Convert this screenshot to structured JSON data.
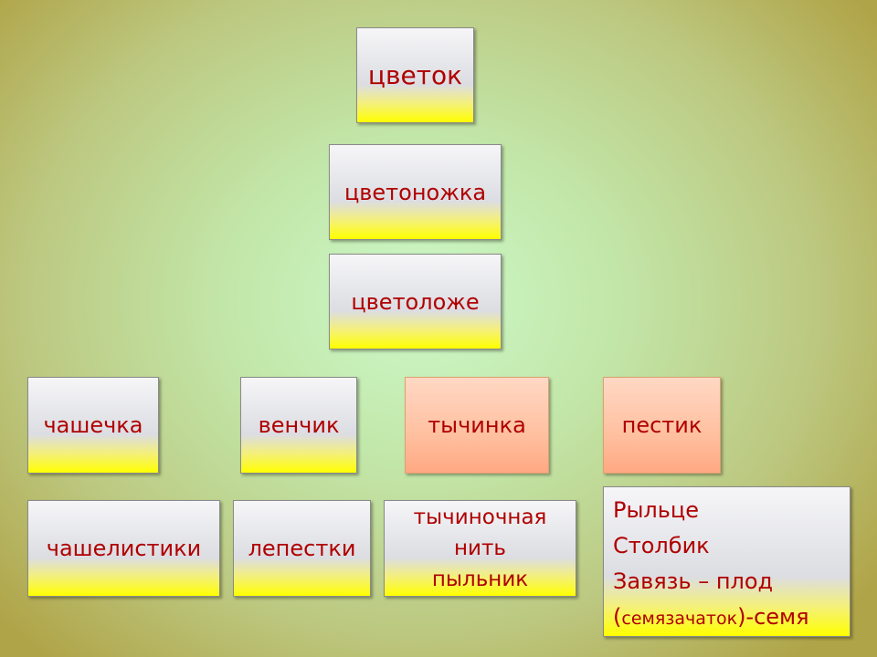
{
  "root": "цветок",
  "stalk": "цветоножка",
  "receptacle": "цветоложе",
  "parts": [
    {
      "label": "чашечка",
      "sub": "чашелистики"
    },
    {
      "label": "венчик",
      "sub": "лепестки"
    },
    {
      "label": "тычинка",
      "sub_lines": [
        "тычиночная",
        "нить",
        "пыльник"
      ]
    },
    {
      "label": "пестик",
      "sub_lines": [
        "Рыльце",
        "Столбик",
        "Завязь – плод"
      ],
      "last_line": {
        "paren_open": "(",
        "small": "семязачаток",
        "rest": ")-семя"
      }
    }
  ]
}
